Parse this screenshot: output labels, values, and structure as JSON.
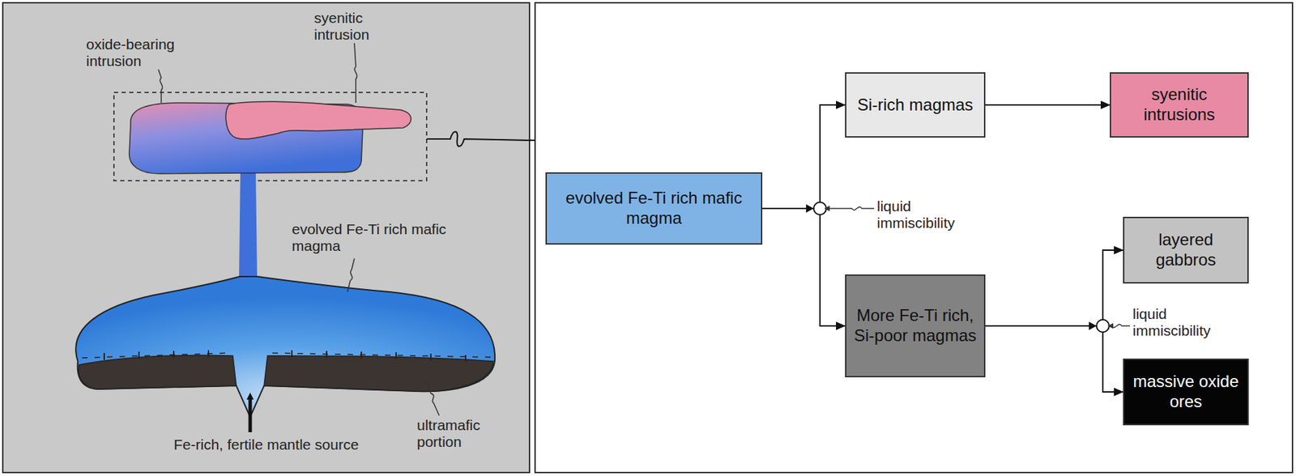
{
  "diagram": {
    "nodes": [
      {
        "text": [
          "evolved Fe-Ti rich mafic magma"
        ]
      },
      {
        "text": [
          "Si-rich magmas"
        ]
      },
      {
        "text": [
          "syenitic intrusions"
        ]
      },
      {
        "text": [
          "More Fe-Ti rich, Si-poor magmas"
        ]
      },
      {
        "text": [
          "layered gabbros"
        ]
      },
      {
        "text": [
          "massive oxide ores"
        ]
      }
    ],
    "edges": [
      {
        "from": 0,
        "to": 1,
        "arrow": "to"
      },
      {
        "from": 0,
        "to": 3,
        "arrow": "to"
      },
      {
        "from": 1,
        "to": 2,
        "arrow": "to"
      },
      {
        "from": 3,
        "to": 4,
        "arrow": "to"
      },
      {
        "from": 3,
        "to": 5,
        "arrow": "to"
      }
    ],
    "labels": [
      "oxide-bearing intrusion",
      "syenitic intrusion",
      "evolved Fe-Ti rich mafic magma",
      "ultramafic portion",
      "Fe-rich, fertile mantle source",
      "liquid immiscibility",
      "liquid immiscibility"
    ]
  }
}
